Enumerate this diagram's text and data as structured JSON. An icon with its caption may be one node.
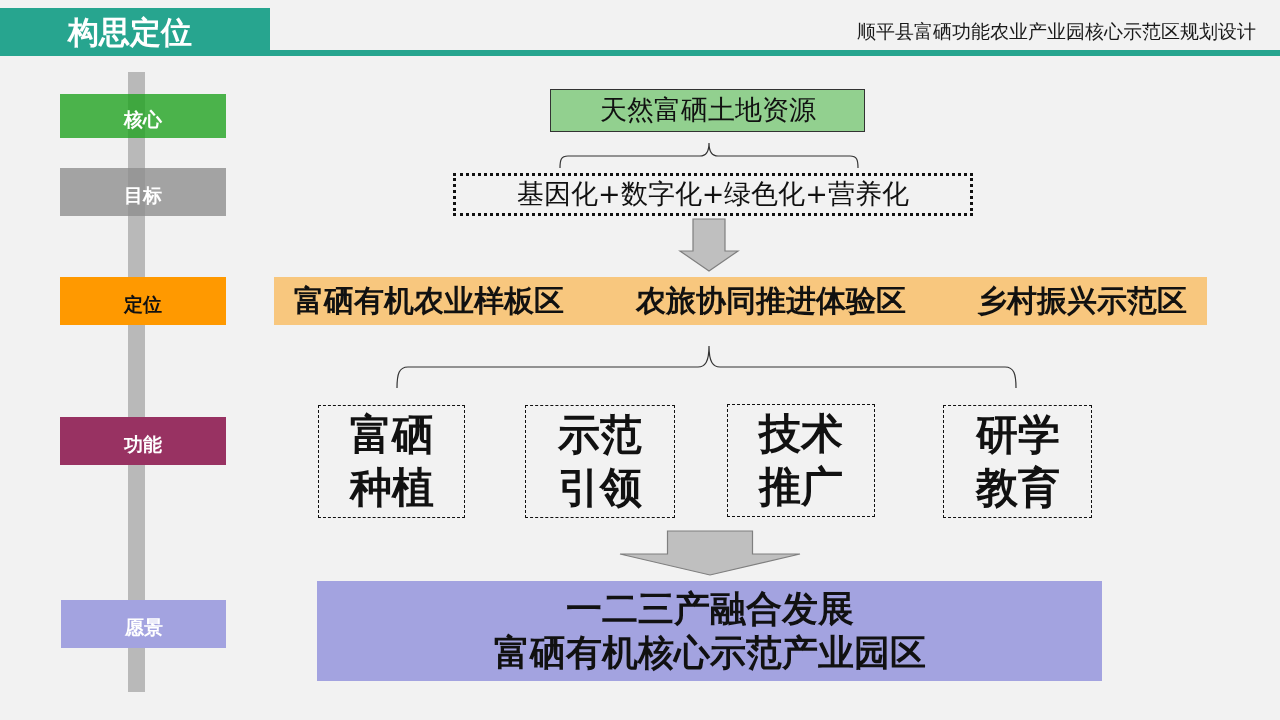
{
  "diagram": {
    "title": "构思定位",
    "nodes": [
      {
        "text": [],
        "shape": "bar"
      },
      {
        "text": [
          "核心"
        ]
      },
      {
        "text": [
          "目标"
        ]
      },
      {
        "text": [
          "定位"
        ]
      },
      {
        "text": [
          "功能"
        ]
      },
      {
        "text": [
          "愿景"
        ]
      },
      {
        "text": [
          "天然富硒土地资源"
        ]
      },
      {
        "text": [
          "基因化+数字化+绿色化+营养化"
        ]
      },
      {
        "text": [
          "富硒有机农业样板区",
          "农旅协同推进体验区",
          "乡村振兴示范区"
        ]
      },
      {
        "text": [
          "富硒种植"
        ]
      },
      {
        "text": [
          "示范引领"
        ]
      },
      {
        "text": [
          "技术推广"
        ]
      },
      {
        "text": [
          "研学教育"
        ]
      },
      {
        "text": [
          "一二三产融合发展",
          "富硒有机核心示范产业园区"
        ]
      }
    ],
    "edges": [
      {
        "from": 7,
        "to": 8,
        "arrow": "to"
      },
      {
        "from": null,
        "to": 13,
        "arrow": "to"
      }
    ],
    "labels": [
      "顺平县富硒功能农业产业园核心示范区规划设计"
    ]
  }
}
